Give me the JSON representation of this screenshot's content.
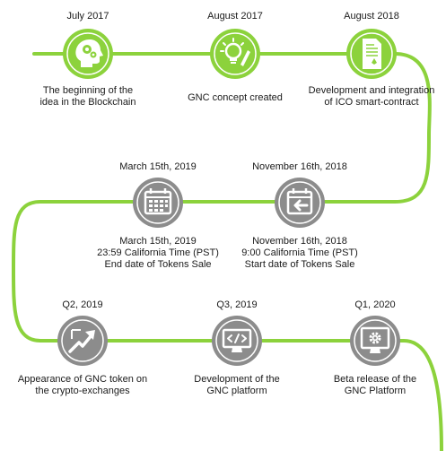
{
  "colors": {
    "green": "#8cd23c",
    "gray": "#8c8c8c",
    "gray_dark": "#7a7a7a",
    "white": "#ffffff"
  },
  "milestones": [
    {
      "date": "July 2017",
      "desc": [
        "The beginning of the",
        "idea in the Blockchain"
      ],
      "icon": "head-gears-icon",
      "style": "green"
    },
    {
      "date": "August 2017",
      "desc": [
        "GNC concept created"
      ],
      "icon": "lightbulb-pencil-icon",
      "style": "green"
    },
    {
      "date": "August 2018",
      "desc": [
        "Development and integration",
        "of ICO smart-contract"
      ],
      "icon": "document-ethereum-icon",
      "style": "green"
    },
    {
      "date": "November 16th, 2018",
      "desc": [
        "November 16th, 2018",
        "9:00 California Time (PST)",
        "Start date of Tokens Sale"
      ],
      "icon": "calendar-arrow-icon",
      "style": "gray"
    },
    {
      "date": "March 15th, 2019",
      "desc": [
        "March 15th, 2019",
        "23:59 California Time (PST)",
        "End date of Tokens Sale"
      ],
      "icon": "calendar-grid-icon",
      "style": "gray"
    },
    {
      "date": "Q2, 2019",
      "desc": [
        "Appearance of GNC token on",
        "the crypto-exchanges"
      ],
      "icon": "trend-arrow-icon",
      "style": "gray"
    },
    {
      "date": "Q3, 2019",
      "desc": [
        "Development of the",
        "GNC platform"
      ],
      "icon": "code-monitor-icon",
      "style": "gray"
    },
    {
      "date": "Q1, 2020",
      "desc": [
        "Beta release of the",
        "GNC Platform"
      ],
      "icon": "gear-monitor-icon",
      "style": "gray"
    }
  ]
}
